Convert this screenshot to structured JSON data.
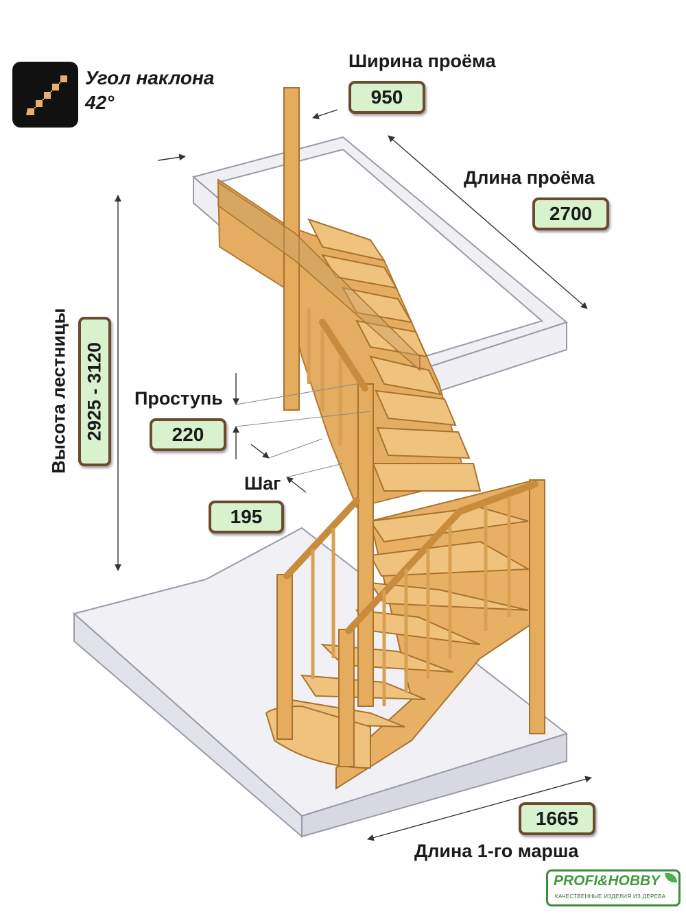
{
  "angle": {
    "label": "Угол наклона",
    "value": "42°",
    "icon": "stairs-icon"
  },
  "opening_width": {
    "label": "Ширина проёма",
    "value": "950"
  },
  "opening_length": {
    "label": "Длина проёма",
    "value": "2700"
  },
  "stair_height": {
    "label": "Высота лестницы",
    "value": "2925 - 3120"
  },
  "tread": {
    "label": "Проступь",
    "value": "220"
  },
  "step": {
    "label": "Шаг",
    "value": "195"
  },
  "first_flight_length": {
    "label": "Длина 1-го марша",
    "value": "1665"
  },
  "brand": {
    "name": "PROFI&HOBBY",
    "tagline": "КАЧЕСТВЕННЫЕ ИЗДЕЛИЯ ИЗ ДЕРЕВА",
    "icon": "leaf-icon"
  },
  "colors": {
    "wood": "#e8b46a",
    "wood_dark": "#c98b3c",
    "value_box": "#d8f2cd",
    "value_border": "#6b4a2f",
    "brand_green": "#3f9a3f"
  }
}
